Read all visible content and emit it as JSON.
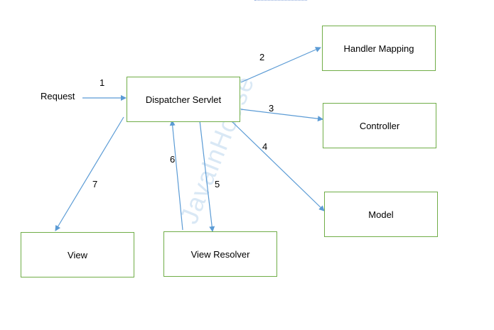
{
  "watermark": "JavaInHouse",
  "request_label": "Request",
  "nodes": {
    "dispatcher": "Dispatcher Servlet",
    "handler_mapping": "Handler Mapping",
    "controller": "Controller",
    "model": "Model",
    "view": "View",
    "view_resolver": "View Resolver"
  },
  "steps": [
    "1",
    "2",
    "3",
    "4",
    "5",
    "6",
    "7"
  ],
  "colors": {
    "box_border": "#70ad47",
    "arrow": "#5b9bd5"
  }
}
